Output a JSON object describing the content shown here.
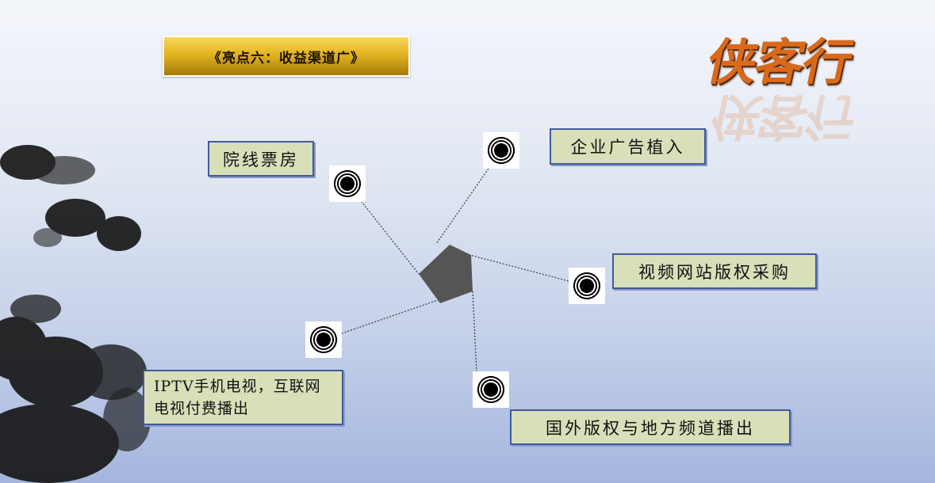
{
  "title": "《亮点六：收益渠道广》",
  "logo": "侠客行",
  "nodes": {
    "box_office": "院线票房",
    "ad_placement": "企业广告植入",
    "video_copyright": "视频网站版权采购",
    "iptv": "IPTV手机电视，互联网电视付费播出",
    "overseas": "国外版权与地方频道播出"
  },
  "colors": {
    "banner": "#e3b421",
    "box_fill": "#d9dfb9",
    "box_border": "#3f5a9a",
    "hub": "#555555",
    "logo": "#d9691b"
  }
}
